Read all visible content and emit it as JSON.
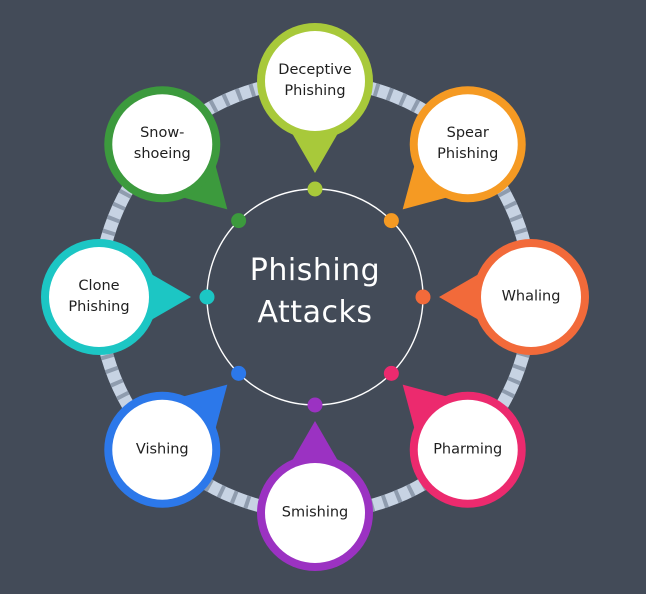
{
  "center": {
    "line1": "Phishing",
    "line2": "Attacks"
  },
  "nodes": [
    {
      "id": "deceptive-phishing",
      "lines": [
        "Deceptive",
        "Phishing"
      ],
      "color": "#a8c93a"
    },
    {
      "id": "spear-phishing",
      "lines": [
        "Spear",
        "Phishing"
      ],
      "color": "#f59a23"
    },
    {
      "id": "whaling",
      "lines": [
        "Whaling"
      ],
      "color": "#f26a3a"
    },
    {
      "id": "pharming",
      "lines": [
        "Pharming"
      ],
      "color": "#ec2a6e"
    },
    {
      "id": "smishing",
      "lines": [
        "Smishing"
      ],
      "color": "#9b32c2"
    },
    {
      "id": "vishing",
      "lines": [
        "Vishing"
      ],
      "color": "#2c78ea"
    },
    {
      "id": "clone-phishing",
      "lines": [
        "Clone",
        "Phishing"
      ],
      "color": "#1cc6c4"
    },
    {
      "id": "snow-shoeing",
      "lines": [
        "Snow-",
        "shoeing"
      ],
      "color": "#3c9a3d"
    }
  ],
  "colors": {
    "background": "#434b58",
    "ring": "#c7d3e3",
    "ring_dash": "#8f9cae"
  }
}
